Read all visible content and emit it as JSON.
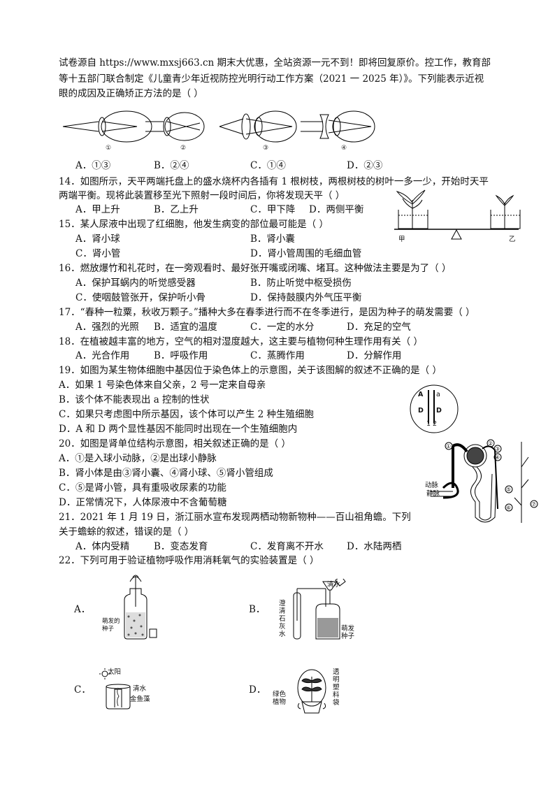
{
  "q13": {
    "line1": "试卷源自 https://www.mxsj663.cn   期末大优惠，全站资源一元不到！即将回复原价。控工作，教育部",
    "line2": "等十五部门联合制定《儿童青少年近视防控光明行动工作方案（2021 一 2025 年）》。下列能表示近视",
    "line3": "眼的成因及正确矫正方法的是（    ）",
    "fig_labels": [
      "①",
      "②",
      "③",
      "④"
    ],
    "options": [
      "A．①③",
      "B．②④",
      "C．①④",
      "D．②③"
    ]
  },
  "q14": {
    "line1": "14．如图所示，天平两端托盘上的盛水烧杯内各插有 1 根树枝，两根树枝的树叶一多一少，开始时天平",
    "line2": "两端平衡。现将此装置移至光下照射一段时间后，你将发现天平（      ）",
    "options": [
      "A．甲上升",
      "B．乙上升",
      "C．甲下降",
      "D．两侧平衡"
    ],
    "fig_labels": [
      "甲",
      "乙"
    ]
  },
  "q15": {
    "stem": "15．某人尿液中出现了红细胞，他发生病变的部位最可能是（    ）",
    "options": [
      "A．肾小球",
      "B．肾小囊",
      "C．肾小管",
      "D．肾小管周围的毛细血管"
    ]
  },
  "q16": {
    "stem": "16．燃放爆竹和礼花时，在一旁观看时、最好张开嘴或闭嘴、堵耳。这种做法主要是为了（      ）",
    "options": [
      "A．保护耳蜗内的听觉感受器",
      "B．防止听觉中枢受损伤",
      "C．使咽鼓管张开，保护听小骨",
      "D．保持鼓膜内外气压平衡"
    ]
  },
  "q17": {
    "stem": "17．“春种一粒粟，秋收万颗子。”播种大多在春季进行而不在冬季进行，是因为种子的萌发需要（    ）",
    "options": [
      "A．强烈的光照",
      "B．适宜的温度",
      "C．一定的水分",
      "D．充足的空气"
    ]
  },
  "q18": {
    "stem": "18．在植被越丰富的地方，空气的相对湿度越大，这主要与植物何种生理作用有关（      ）",
    "options": [
      "A．光合作用",
      "B．呼吸作用",
      "C．蒸腾作用",
      "D．分解作用"
    ]
  },
  "q19": {
    "stem": "19．如图为某生物体细胞中基因位于染色体上的示意图，关于该图解的叙述不正确的是（      ）",
    "options": [
      "A．如果 1 号染色体来自父亲，2 号一定来自母亲",
      "B．该个体不能表现出 a 控制的性状",
      "C．如果只考虑图中所示基因，该个体可以产生 2 种生殖细胞",
      "D．A 和 D 两个显性基因不能同时出现在一个生殖细胞内"
    ],
    "fig": {
      "a_top_left": "A",
      "a_top_right": "a",
      "d_left": "D",
      "d_right": "D",
      "num1": "1",
      "num2": "2"
    }
  },
  "q20": {
    "stem": "20．如图是肾单位结构示意图，相关叙述正确的是（      ）",
    "options": [
      "A．①是入球小动脉，②是出球小静脉",
      "B．肾小体是由③肾小囊、④肾小球、⑤肾小管组成",
      "C．⑤是肾小管，具有重吸收尿素的功能",
      "D．正常情况下，人体尿液中不含葡萄糖"
    ],
    "fig_labels": {
      "n1": "①",
      "n2": "②",
      "n3": "③",
      "n4": "④",
      "n5": "⑤",
      "n6": "⑥",
      "n7": "⑦",
      "artery": "动脉",
      "vein": "静脉"
    }
  },
  "q21": {
    "line1": "21．2021 年 1 月 19 日，浙江丽水宣布发现两栖动物新物种——百山祖角蟾。下列",
    "line2": "关于蟾蜍的叙述，错误的是（      ）",
    "options": [
      "A．体内受精",
      "B．变态发育",
      "C．发育离不开水",
      "D．水陆两栖"
    ]
  },
  "q22": {
    "stem": "22．下列可用于验证植物呼吸作用消耗氧气的实验装置是（      ）",
    "option_letters": [
      "A．",
      "B．",
      "C．",
      "D．"
    ],
    "a_label": "萌发的种子",
    "b_labels": {
      "water": "清水",
      "limewater": "澄清石灰水",
      "seeds": "萌发种子"
    },
    "c_labels": {
      "sun": "太阳",
      "water": "清水",
      "plant": "金鱼藻"
    },
    "d_labels": {
      "plant": "绿色植物",
      "bag": "透明塑料袋"
    }
  }
}
